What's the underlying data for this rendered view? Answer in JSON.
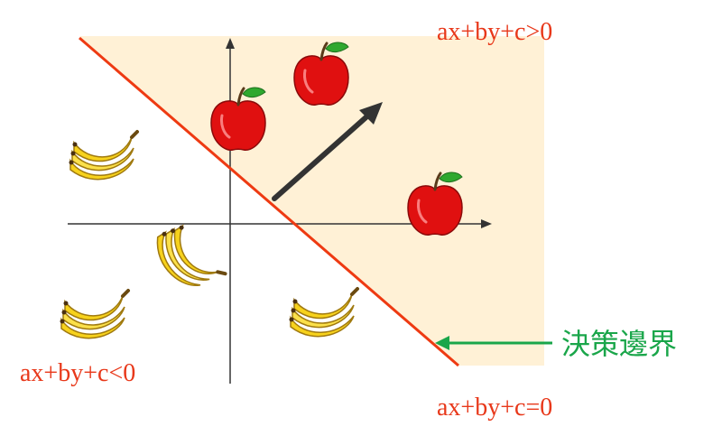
{
  "labels": {
    "positive_region": "ax+by+c>0",
    "negative_region": "ax+by+c<0",
    "boundary_equation": "ax+by+c=0",
    "boundary_name": "決策邊界"
  },
  "colors": {
    "positive_region_fill": "#fff1d6",
    "boundary_line": "#ee3a12",
    "equation_text": "#e8381a",
    "annotation": "#1aa64a",
    "axis": "#333333",
    "normal_arrow": "#333333"
  },
  "items": {
    "apples": [
      {
        "name": "apple-icon"
      },
      {
        "name": "apple-icon"
      },
      {
        "name": "apple-icon"
      }
    ],
    "bananas": [
      {
        "name": "banana-bunch-icon"
      },
      {
        "name": "banana-bunch-icon"
      },
      {
        "name": "banana-bunch-icon"
      },
      {
        "name": "banana-bunch-icon"
      }
    ]
  }
}
